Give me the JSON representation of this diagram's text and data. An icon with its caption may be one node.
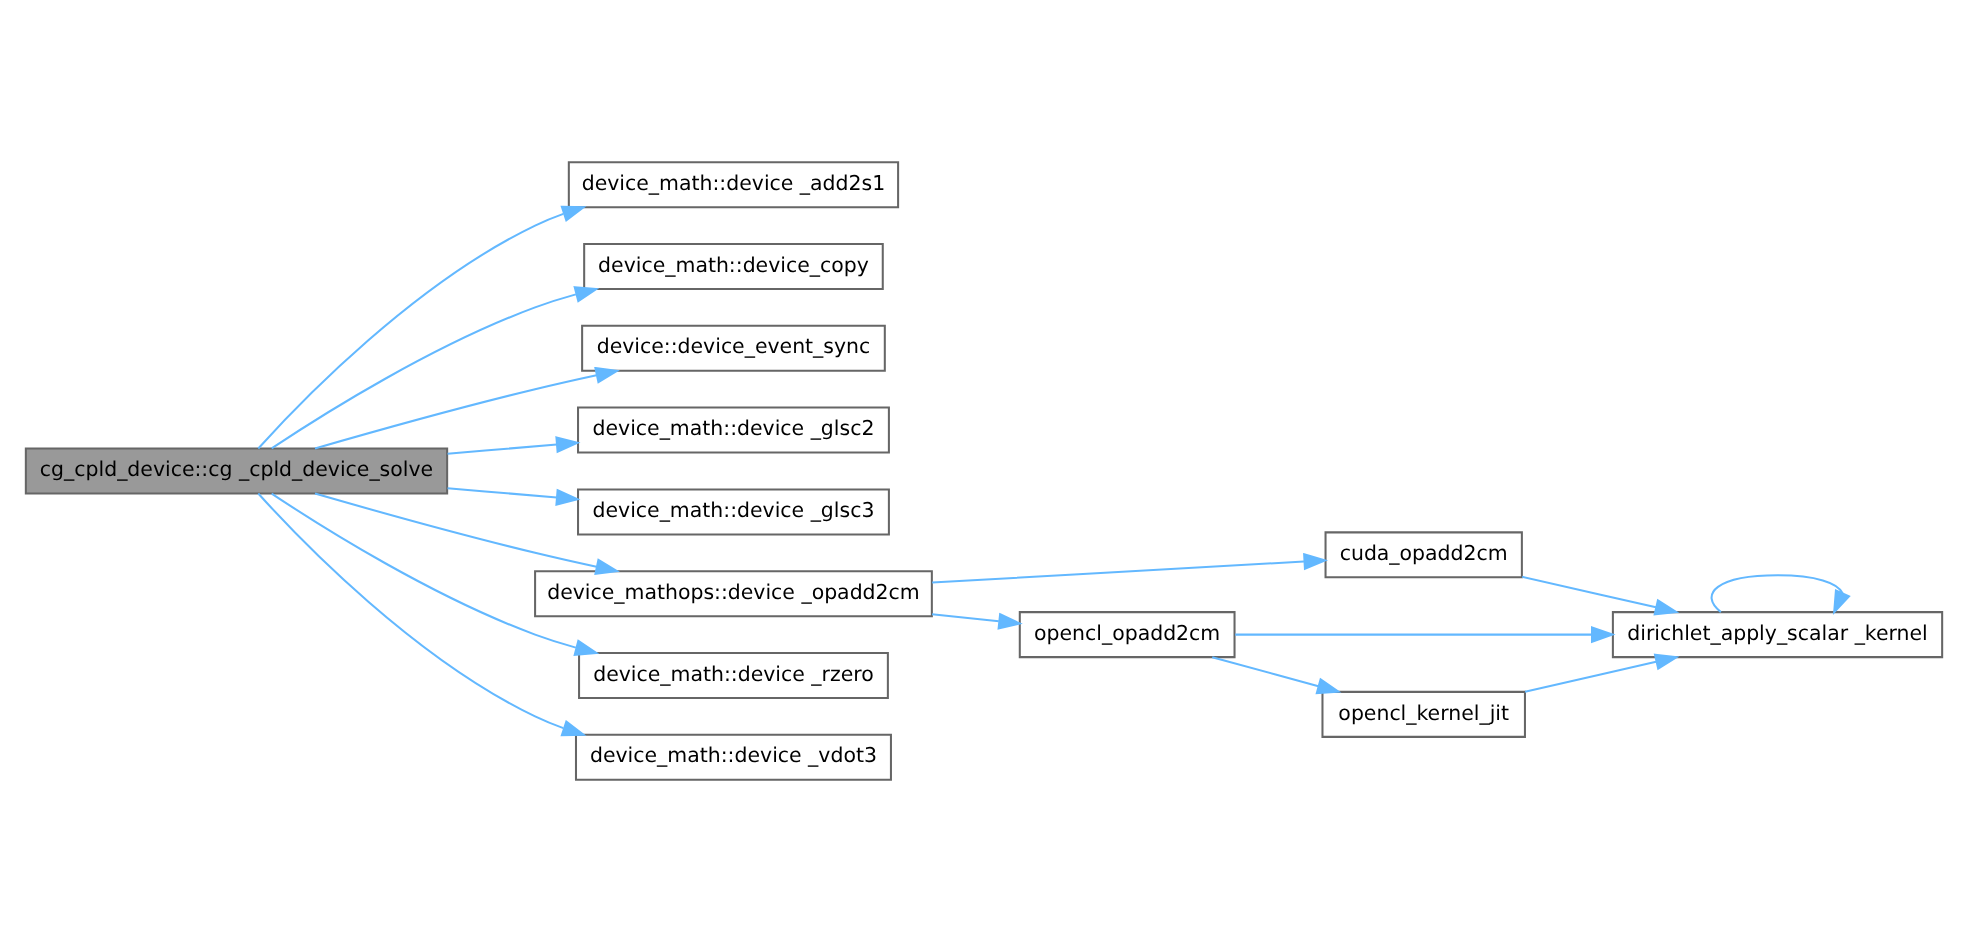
{
  "diagram": {
    "nodes": [
      {
        "text": [
          "cg_cpld_device::cg _cpld_device_solve"
        ]
      },
      {
        "text": [
          "device_math::device _add2s1"
        ]
      },
      {
        "text": [
          "device_math::device_copy"
        ]
      },
      {
        "text": [
          "device::device_event_sync"
        ]
      },
      {
        "text": [
          "device_math::device _glsc2"
        ]
      },
      {
        "text": [
          "device_math::device _glsc3"
        ]
      },
      {
        "text": [
          "device_mathops::device _opadd2cm"
        ]
      },
      {
        "text": [
          "device_math::device _rzero"
        ]
      },
      {
        "text": [
          "device_math::device _vdot3"
        ]
      },
      {
        "text": [
          "cuda_opadd2cm"
        ]
      },
      {
        "text": [
          "opencl_opadd2cm"
        ]
      },
      {
        "text": [
          "dirichlet_apply_scalar _kernel"
        ]
      },
      {
        "text": [
          "opencl_kernel_jit"
        ]
      }
    ],
    "edges": [
      {
        "from": 0,
        "to": 1,
        "arrow": "to"
      },
      {
        "from": 0,
        "to": 2,
        "arrow": "to"
      },
      {
        "from": 0,
        "to": 3,
        "arrow": "to"
      },
      {
        "from": 0,
        "to": 4,
        "arrow": "to"
      },
      {
        "from": 0,
        "to": 5,
        "arrow": "to"
      },
      {
        "from": 0,
        "to": 6,
        "arrow": "to"
      },
      {
        "from": 0,
        "to": 7,
        "arrow": "to"
      },
      {
        "from": 0,
        "to": 8,
        "arrow": "to"
      },
      {
        "from": 6,
        "to": 9,
        "arrow": "to"
      },
      {
        "from": 6,
        "to": 10,
        "arrow": "to"
      },
      {
        "from": 9,
        "to": 11,
        "arrow": "to"
      },
      {
        "from": 10,
        "to": 11,
        "arrow": "to"
      },
      {
        "from": 10,
        "to": 12,
        "arrow": "to"
      },
      {
        "from": 12,
        "to": 11,
        "arrow": "to"
      },
      {
        "from": 11,
        "to": 11,
        "arrow": "to"
      }
    ]
  }
}
